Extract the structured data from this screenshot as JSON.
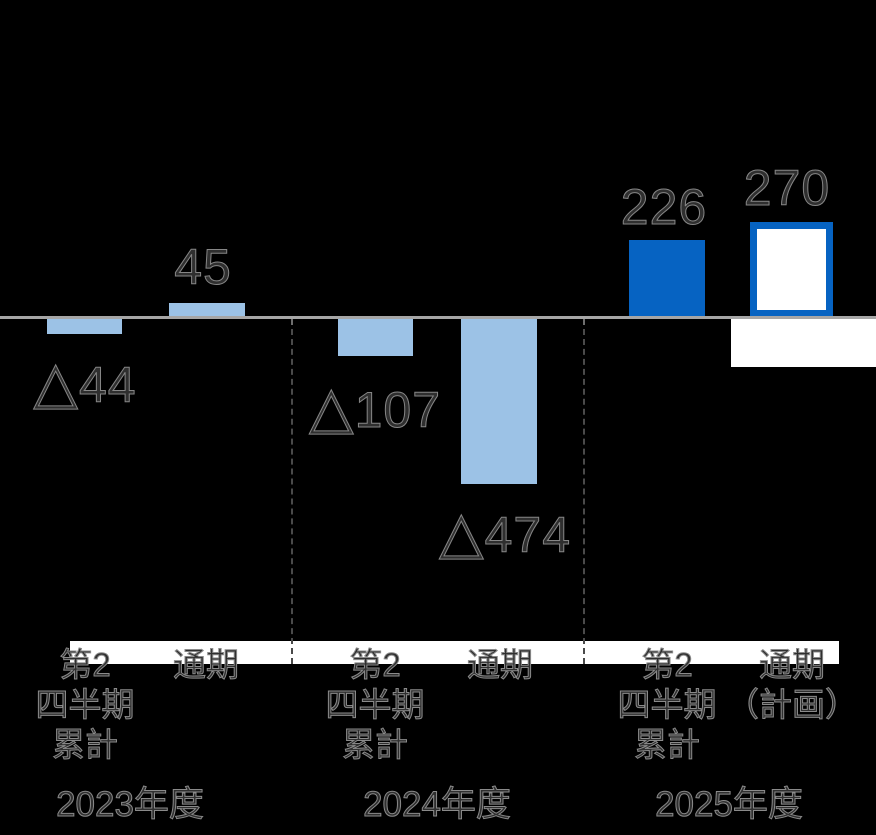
{
  "chart_data": {
    "type": "bar",
    "title": "",
    "baseline": 0,
    "ylim": [
      -500,
      300
    ],
    "grid": false,
    "legend": "none",
    "negative_prefix": "△",
    "colors": {
      "light_blue": "#9CC2E6",
      "dark_blue": "#0663C2",
      "plan_fill": "#FFFFFF",
      "plan_border": "#0663C2",
      "axis_line": "#A6A6A6",
      "label_band": "#FFFFFF",
      "background": "#000000"
    },
    "groups": [
      {
        "year": "2023年度",
        "bars": [
          {
            "axis_label": "第2\n四半期\n累計",
            "prefix": "△",
            "number": "44",
            "value": -44,
            "style": "light"
          },
          {
            "axis_label": "通期",
            "prefix": "",
            "number": "45",
            "value": 45,
            "style": "light"
          }
        ]
      },
      {
        "year": "2024年度",
        "bars": [
          {
            "axis_label": "第2\n四半期\n累計",
            "prefix": "△",
            "number": "107",
            "value": -107,
            "style": "light"
          },
          {
            "axis_label": "通期",
            "prefix": "△",
            "number": "474",
            "value": -474,
            "style": "light"
          }
        ]
      },
      {
        "year": "2025年度",
        "bars": [
          {
            "axis_label": "第2\n四半期\n累計",
            "prefix": "",
            "number": "226",
            "value": 226,
            "style": "dark"
          },
          {
            "axis_label": "通期\n（計画）",
            "prefix": "",
            "number": "270",
            "value": 270,
            "style": "outline"
          }
        ]
      }
    ]
  }
}
